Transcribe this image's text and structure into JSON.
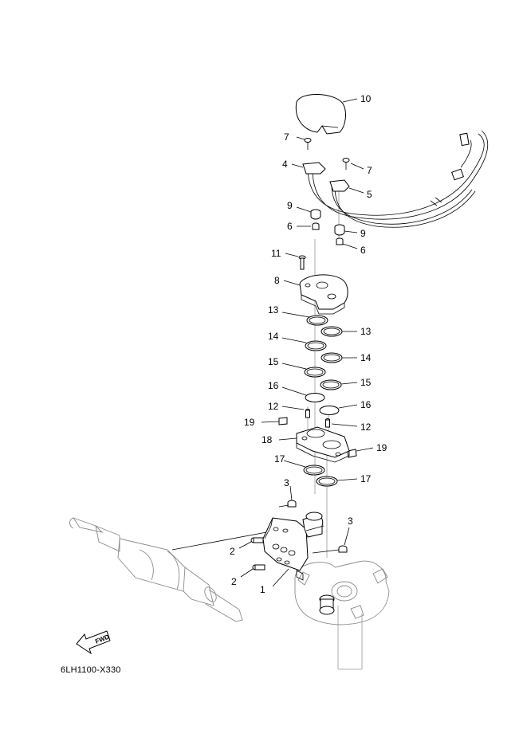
{
  "diagram": {
    "code": "6LH1100-X330",
    "fwd_label": "FWD",
    "callouts": {
      "c10": "10",
      "c7a": "7",
      "c7b": "7",
      "c4": "4",
      "c5": "5",
      "c9a": "9",
      "c9b": "9",
      "c6a": "6",
      "c6b": "6",
      "c11": "11",
      "c8": "8",
      "c13a": "13",
      "c13b": "13",
      "c14a": "14",
      "c14b": "14",
      "c15a": "15",
      "c15b": "15",
      "c16a": "16",
      "c16b": "16",
      "c12a": "12",
      "c12b": "12",
      "c19a": "19",
      "c19b": "19",
      "c18": "18",
      "c17a": "17",
      "c17b": "17",
      "c3a": "3",
      "c3b": "3",
      "c2a": "2",
      "c2b": "2",
      "c1": "1"
    }
  }
}
